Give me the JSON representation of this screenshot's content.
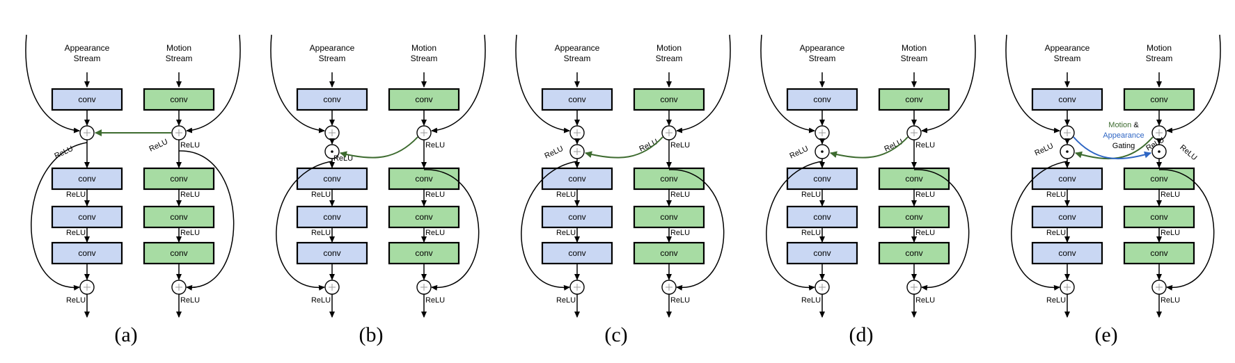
{
  "colors": {
    "appearance_fill": "#c9d7f3",
    "motion_fill": "#a7dca3",
    "green_arrow": "#3d6b2f",
    "blue_arrow": "#2f66c4",
    "motion_text": "#3d6b2f",
    "appearance_text": "#2f66c4"
  },
  "labels": {
    "appearance_stream": [
      "Appearance",
      "Stream"
    ],
    "motion_stream": [
      "Motion",
      "Stream"
    ],
    "conv": "conv",
    "relu": "ReLU",
    "plus": "+",
    "dot": "·"
  },
  "gating": {
    "motion": "Motion",
    "amp": "&",
    "appearance": "Appearance",
    "gating": "Gating"
  },
  "panels": [
    {
      "caption": "(a)",
      "variant": "a"
    },
    {
      "caption": "(b)",
      "variant": "b"
    },
    {
      "caption": "(c)",
      "variant": "c"
    },
    {
      "caption": "(d)",
      "variant": "d"
    },
    {
      "caption": "(e)",
      "variant": "e"
    }
  ]
}
